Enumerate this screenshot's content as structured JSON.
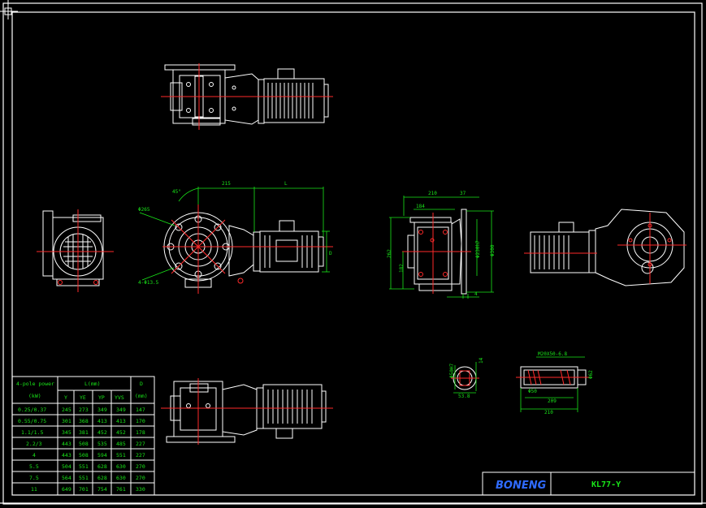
{
  "title_block": {
    "brand": "BONENG",
    "model": "KL77-Y"
  },
  "dimensions": {
    "front": {
      "angle": "45°",
      "d_hole": "Φ265",
      "w215": "215",
      "L": "L",
      "holes": "4-Φ13.5",
      "d_motor": "D"
    },
    "side": {
      "w210": "210",
      "w37": "37",
      "w184": "184",
      "h262": "262",
      "h182": "182",
      "d230": "Φ230h7",
      "d300": "Φ300",
      "w4": "4"
    },
    "shaft": {
      "key": "Φ50H7",
      "w14": "14",
      "h53": "53.8"
    },
    "sleeve": {
      "thread": "M20X50-6.8",
      "len209": "209",
      "len210": "210",
      "d50": "Φ50",
      "d62": "Φ62"
    }
  },
  "power_table": {
    "col_power": "4-pole power",
    "col_power_unit": "(kW)",
    "col_L": "L(mm)",
    "col_D": "D",
    "col_D_unit": "(mm)",
    "sub_cols": [
      "Y",
      "YE",
      "YP",
      "YVS"
    ],
    "rows": [
      {
        "power": "0.25/0.37",
        "L": [
          "245",
          "273",
          "349",
          "349"
        ],
        "D": "147"
      },
      {
        "power": "0.55/0.75",
        "L": [
          "301",
          "368",
          "413",
          "413"
        ],
        "D": "170"
      },
      {
        "power": "1.1/1.5",
        "L": [
          "345",
          "381",
          "452",
          "452"
        ],
        "D": "178"
      },
      {
        "power": "2.2/3",
        "L": [
          "443",
          "508",
          "535",
          "485"
        ],
        "D": "227"
      },
      {
        "power": "4",
        "L": [
          "443",
          "508",
          "594",
          "551"
        ],
        "D": "227"
      },
      {
        "power": "5.5",
        "L": [
          "504",
          "551",
          "628",
          "630"
        ],
        "D": "270"
      },
      {
        "power": "7.5",
        "L": [
          "564",
          "551",
          "628",
          "630"
        ],
        "D": "270"
      },
      {
        "power": "11",
        "L": [
          "649",
          "701",
          "754",
          "761"
        ],
        "D": "330"
      }
    ]
  }
}
